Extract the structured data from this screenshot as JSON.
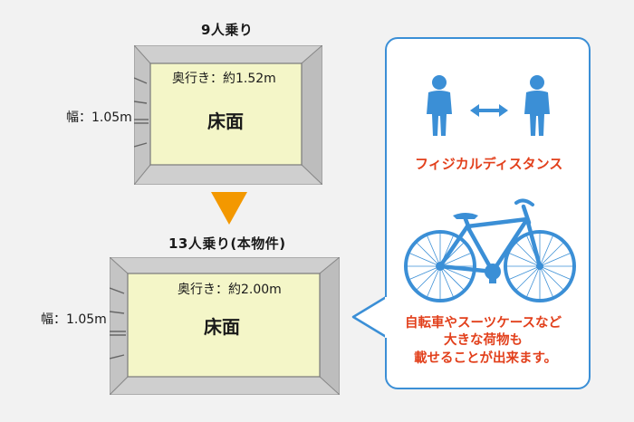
{
  "top_elevator": {
    "title": "9人乗り",
    "depth_label": "奥行き：約1.52m",
    "width_label": "幅：1.05m",
    "floor_label": "床面"
  },
  "arrow": {
    "color": "#f39800"
  },
  "bottom_elevator": {
    "title": "13人乗り(本物件)",
    "depth_label": "奥行き：約2.00m",
    "width_label": "幅：1.05m",
    "floor_label": "床面"
  },
  "panel": {
    "distance_label": "フィジカルディスタンス",
    "caption_lines": [
      "自転車やスーツケースなど",
      "大きな荷物も",
      "載せることが出来ます。"
    ],
    "icons": [
      "person-icon",
      "double-arrow-icon",
      "person-icon",
      "bicycle-icon"
    ]
  },
  "colors": {
    "floor": "#f4f6c8",
    "wall": "#d0d0d0",
    "frame": "#8a8a8a",
    "accent_blue": "#3b8fd6",
    "accent_red": "#e2401c"
  }
}
